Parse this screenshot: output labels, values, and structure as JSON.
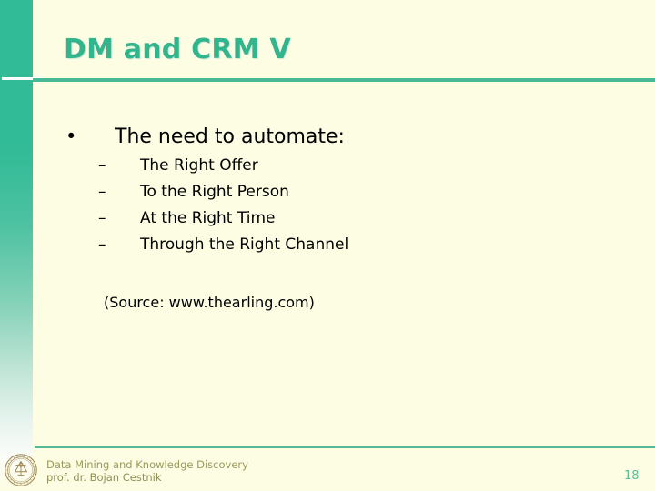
{
  "slide": {
    "title": "DM and CRM V",
    "page_number": "18",
    "colors": {
      "background": "#fdfde3",
      "accent_green": "#31bb96",
      "title_green": "#32b48d",
      "rule_green": "#49b995",
      "footer_text": "#9a9a5c",
      "page_number": "#5cbb9a"
    }
  },
  "body": {
    "bullet_marker": "•",
    "bullet": "The need to automate:",
    "sub_marker": "–",
    "sub_items": [
      "The Right Offer",
      "To the Right Person",
      "At the Right Time",
      "Through the Right Channel"
    ],
    "source": "(Source:  www.thearling.com)"
  },
  "footer": {
    "line1": "Data Mining and Knowledge Discovery",
    "line2": "prof. dr. Bojan Cestnik",
    "logo": "university-seal-icon"
  }
}
